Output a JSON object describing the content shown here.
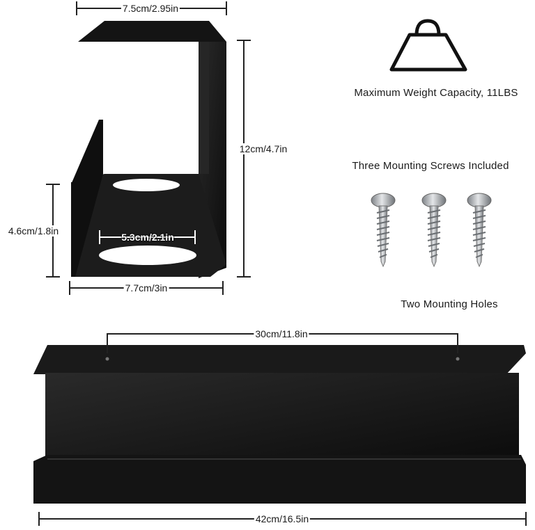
{
  "dimensions": {
    "top_width": "7.5cm/2.95in",
    "height": "12cm/4.7in",
    "tray_height": "4.6cm/1.8in",
    "hole_width": "5.3cm/2.1in",
    "bottom_width": "7.7cm/3in",
    "hole_spacing": "30cm/11.8in",
    "total_length": "42cm/16.5in"
  },
  "features": {
    "weight_capacity": "Maximum Weight Capacity, 11LBS",
    "screws": "Three Mounting Screws Included",
    "holes": "Two Mounting Holes"
  },
  "icons": [
    "weight-icon",
    "screw-icon"
  ],
  "colors": {
    "metal": "#111111",
    "dimension_line": "#222222",
    "screw": "#b8bcc0"
  }
}
